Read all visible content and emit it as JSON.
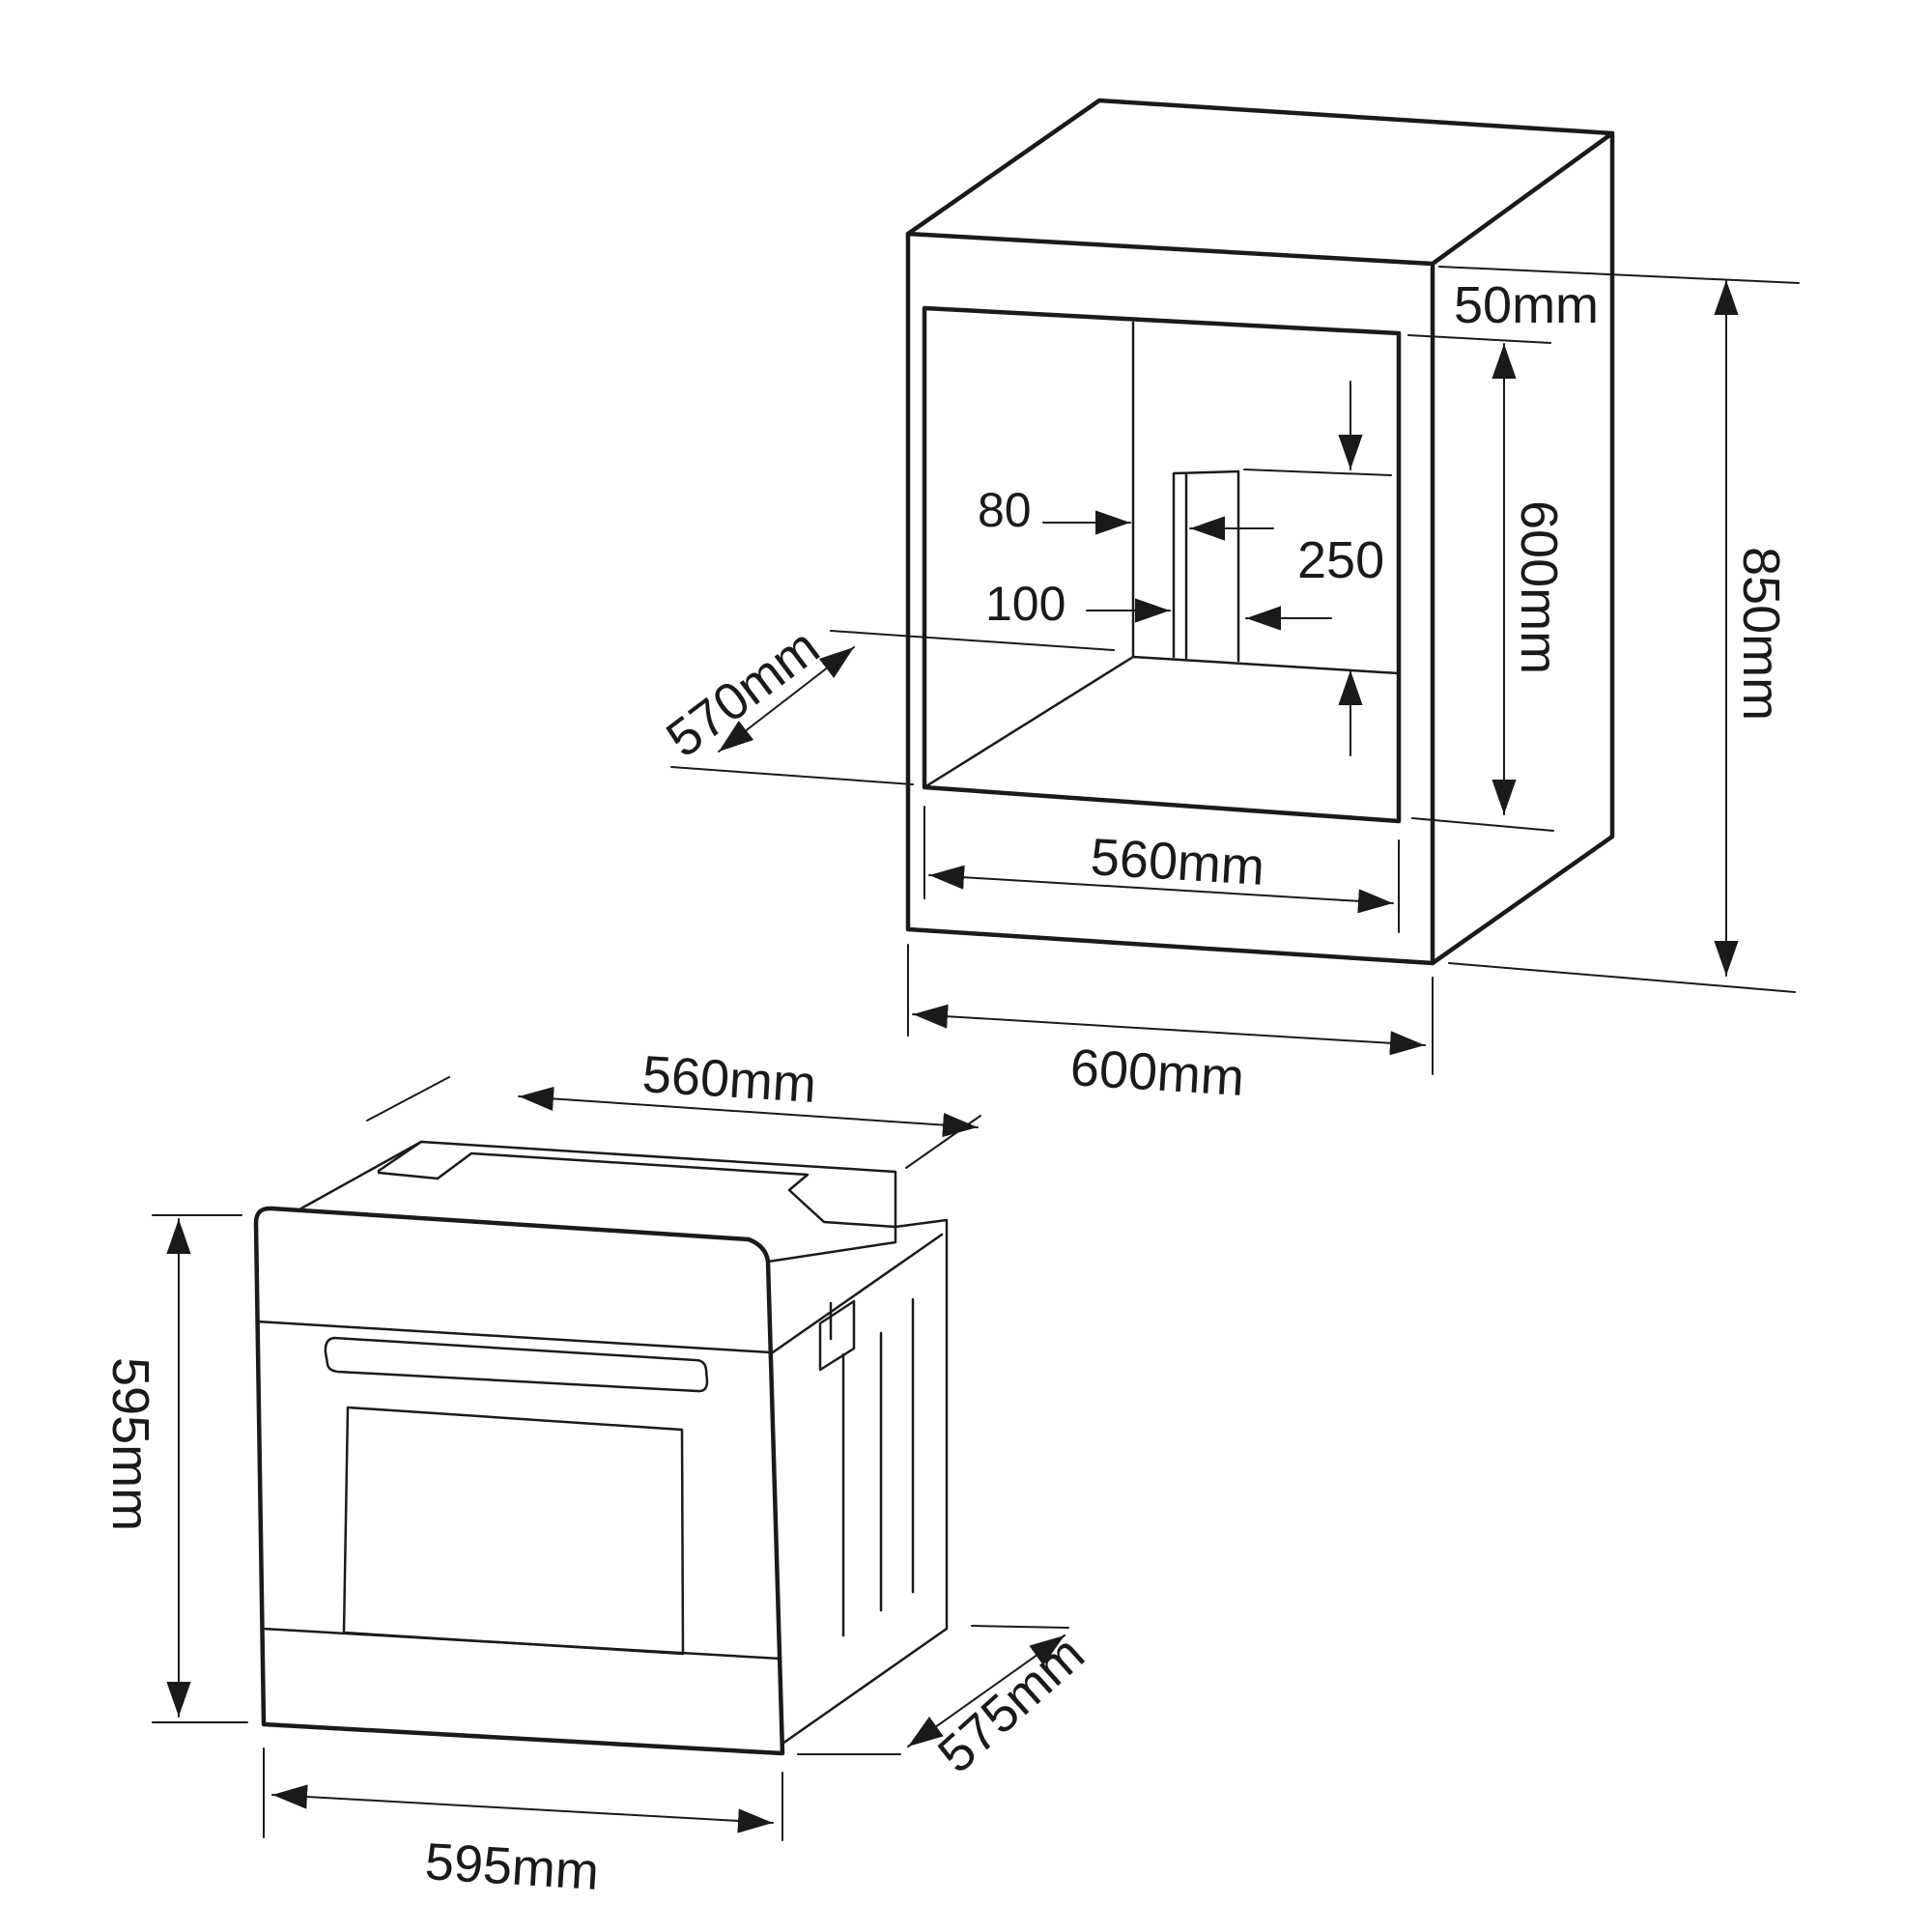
{
  "cabinet": {
    "top_clearance": "50mm",
    "vent_left_gap": "80",
    "vent_bottom_gap": "100",
    "vent_height": "250",
    "opening_height": "600mm",
    "total_height": "850mm",
    "depth": "570mm",
    "opening_width": "560mm",
    "outer_width": "600mm"
  },
  "oven": {
    "body_width": "560mm",
    "height": "595mm",
    "depth": "575mm",
    "front_width": "595mm"
  }
}
